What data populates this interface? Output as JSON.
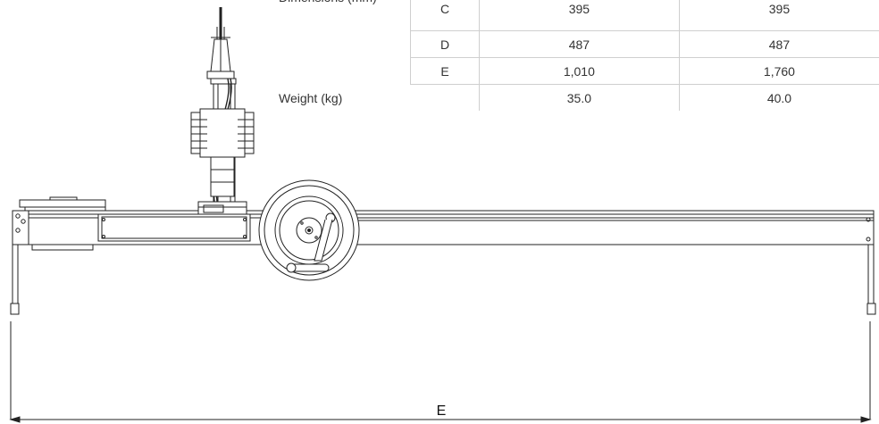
{
  "spec_table": {
    "dimensions_label": "Dimensions (mm)",
    "weight_label": "Weight (kg)",
    "rows": [
      {
        "key": "C",
        "v1": "395",
        "v2": "395"
      },
      {
        "key": "D",
        "v1": "487",
        "v2": "487"
      },
      {
        "key": "E",
        "v1": "1,010",
        "v2": "1,760"
      }
    ],
    "weight": {
      "v1": "35.0",
      "v2": "40.0"
    }
  },
  "drawing": {
    "dimension_label": "E",
    "line_color": "#222222"
  }
}
